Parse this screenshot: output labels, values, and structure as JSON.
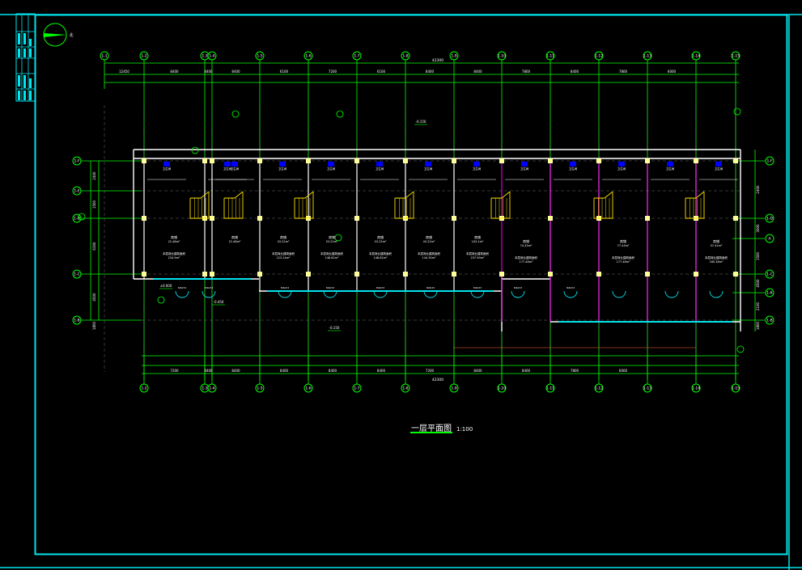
{
  "drawing": {
    "title": "一层平面图",
    "scale": "1:100",
    "north_label": "北",
    "colors": {
      "frame": "#00e5ee",
      "axis": "#00ff00",
      "wall": "#ffffff",
      "column": "#ffff99",
      "stair": "#ffe000",
      "door": "#00e5ee",
      "partition": "#ff00ff",
      "fixture": "#0000ff"
    }
  },
  "axes": {
    "top": [
      "1-1",
      "1-2",
      "1-3",
      "1-4",
      "1-5",
      "1-6",
      "1-7",
      "1-8",
      "1-9",
      "1-10",
      "1-11",
      "1-12",
      "1-13",
      "1-14",
      "1-15"
    ],
    "bottom": [
      "1-2",
      "1-3",
      "1-4",
      "1-5",
      "1-6",
      "1-7",
      "1-8",
      "1-9",
      "1-10",
      "1-11",
      "1-12",
      "1-13",
      "1-14",
      "1-15"
    ],
    "left": [
      "1-F",
      "1-E",
      "1-D",
      "1-C",
      "1-B"
    ],
    "right": [
      "1-F",
      "1-D",
      "A",
      "1-C",
      "1-K",
      "1-B"
    ]
  },
  "dimensions": {
    "top_total": "42300",
    "top_axis": [
      "12450",
      "8400",
      "8400",
      "8400",
      "6100",
      "7200",
      "6100",
      "8400",
      "8400",
      "7800",
      "8400",
      "7800",
      "6000"
    ],
    "bottom_total": "42300",
    "bottom_axis": [
      "7200",
      "8400",
      "8400",
      "8400",
      "8400",
      "8400",
      "7200",
      "8400",
      "8400",
      "7800",
      "6000"
    ],
    "left": [
      "2400",
      "1500",
      "6300",
      "4500",
      "1800"
    ],
    "right": [
      "2400",
      "3000",
      "1500",
      "4500",
      "2100",
      "1800"
    ]
  },
  "rooms": [
    {
      "name": "商铺",
      "area": "22.48m²",
      "sub": "本层商业建筑面积",
      "sub_area": "234.9m²"
    },
    {
      "name": "商铺",
      "area": "22.48m²",
      "sub": "",
      "sub_area": ""
    },
    {
      "name": "商铺",
      "area": "43.22m²",
      "sub": "本层商业建筑面积",
      "sub_area": "123.14m²"
    },
    {
      "name": "商铺",
      "area": "53.22m²",
      "sub": "本层商业建筑面积",
      "sub_area": "148.62m²"
    },
    {
      "name": "商铺",
      "area": "53.22m²",
      "sub": "本层商业建筑面积",
      "sub_area": "148.62m²"
    },
    {
      "name": "商铺",
      "area": "43.22m²",
      "sub": "本层商业建筑面积",
      "sub_area": "144.30m²"
    },
    {
      "name": "商铺",
      "area": "103.1m²",
      "sub": "本层商业建筑面积",
      "sub_area": "237.90m²"
    },
    {
      "name": "商铺",
      "area": "74.33m²",
      "sub": "本层商业建筑面积",
      "sub_area": "177.48m²"
    },
    {
      "name": "商铺",
      "area": "77.43m²",
      "sub": "本层商业建筑面积",
      "sub_area": "177.48m²"
    },
    {
      "name": "商铺",
      "area": "57.41m²",
      "sub": "本层商业建筑面积",
      "sub_area": "165.38m²"
    }
  ],
  "toilets": [
    "卫生间",
    "卫生间",
    "卫生间",
    "卫生间",
    "卫生间",
    "卫生间",
    "卫生间",
    "卫生间",
    "卫生间",
    "卫生间",
    "卫生间",
    "卫生间",
    "卫生间"
  ],
  "levels": [
    "-0.150",
    "±0.000",
    "-0.450",
    "-0.150"
  ],
  "doors": [
    "M4033",
    "M4033",
    "M4033",
    "M4033",
    "M4033",
    "M4033",
    "M4033",
    "M4033",
    "M4033"
  ]
}
